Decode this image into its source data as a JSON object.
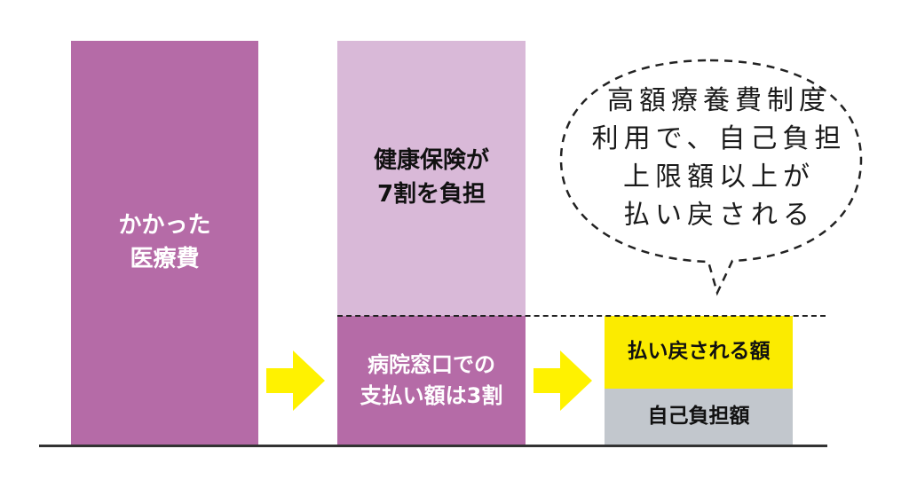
{
  "blocks": {
    "total_cost": "かかった\n医療費",
    "insurance_share": "健康保険が\n7割を負担",
    "copay_share": "病院窓口での\n支払い額は3割",
    "refund_amount": "払い戻される額",
    "self_pay_amount": "自己負担額"
  },
  "speech_bubble": {
    "lines": [
      "高額療養費制度",
      "利用で、自己負担",
      "上限額以上が",
      "払い戻される"
    ]
  },
  "colors": {
    "purple": "#b56ba7",
    "light_purple": "#d9b9d8",
    "yellow": "#fbeb00",
    "gray": "#c2c7cd",
    "arrow_yellow": "#fff200"
  },
  "icons": [
    "arrow-right-icon",
    "arrow-right-icon"
  ]
}
